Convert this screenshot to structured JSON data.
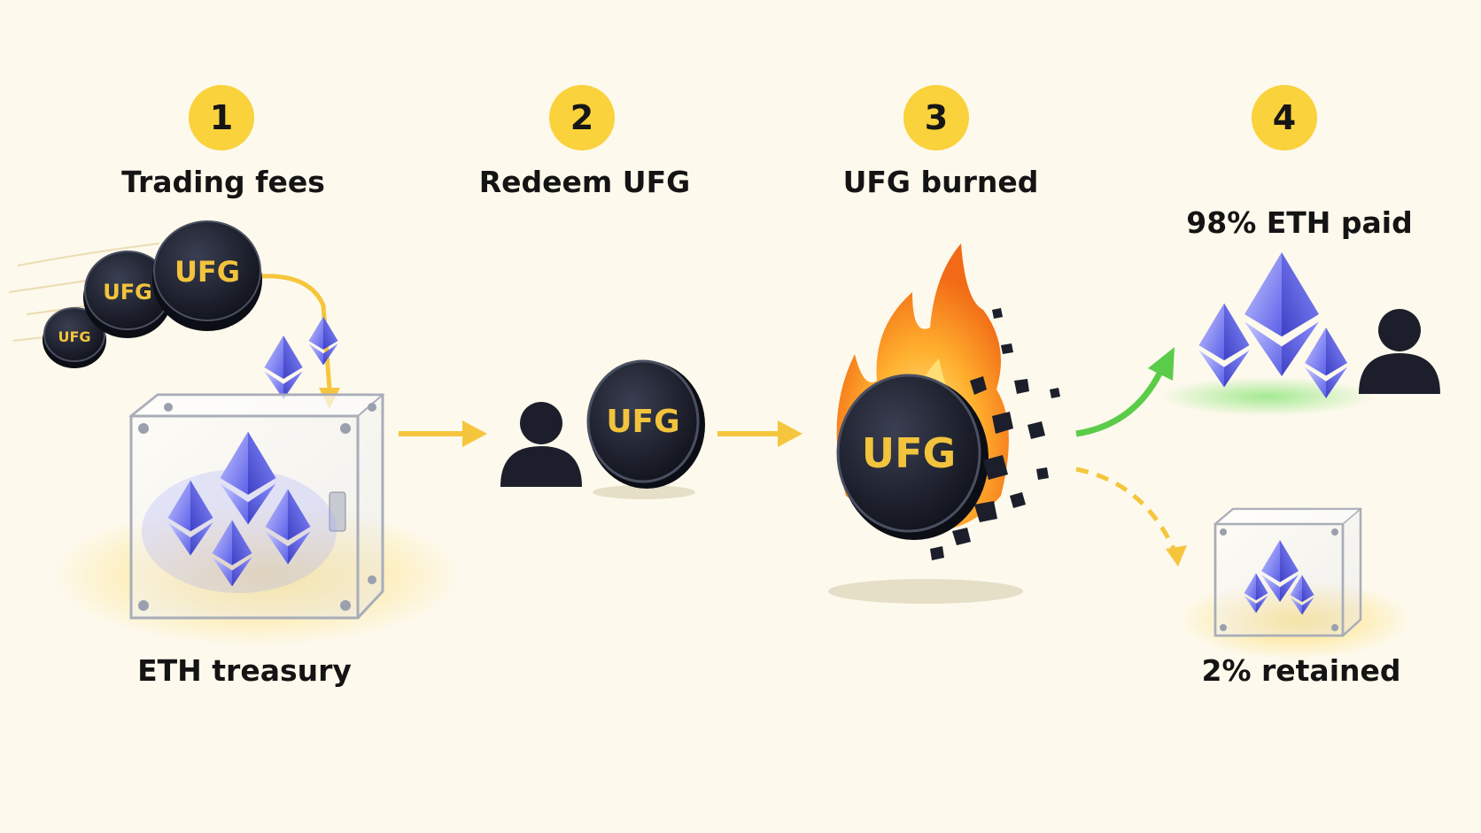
{
  "steps": [
    {
      "number": "1",
      "label": "Trading fees"
    },
    {
      "number": "2",
      "label": "Redeem UFG"
    },
    {
      "number": "3",
      "label": "UFG burned"
    },
    {
      "number": "4",
      "label": "98% ETH paid"
    }
  ],
  "treasury_label": "ETH treasury",
  "retained_label": "2% retained",
  "coin_text": "UFG",
  "colors": {
    "background": "#fdf9ec",
    "badge": "#f9d23c",
    "coin": "#1c1f2b",
    "coin_text": "#f2c33d",
    "arrow_yellow": "#f5c63d",
    "arrow_green": "#5bcc4a",
    "eth": "#6f73f0"
  },
  "icons": [
    "eth-diamond-icon",
    "user-icon",
    "flame-icon",
    "treasury-box-icon"
  ]
}
